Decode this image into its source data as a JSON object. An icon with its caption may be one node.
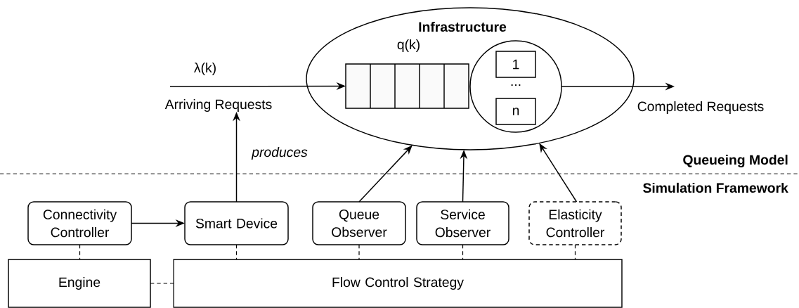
{
  "diagram": {
    "nodes": [
      {
        "text": [
          "Infrastructure"
        ]
      },
      {
        "text": [
          "q(k)"
        ],
        "in": 0
      },
      {
        "text": [
          "..."
        ],
        "in": 0
      },
      {
        "text": [
          "1"
        ],
        "in": 2
      },
      {
        "text": [
          "n"
        ],
        "in": 2
      },
      {
        "text": [
          "Arriving Requests"
        ]
      },
      {
        "text": [
          "Completed Requests"
        ]
      },
      {
        "text": [
          "Connectivity Controller"
        ]
      },
      {
        "text": [
          "Smart Device"
        ]
      },
      {
        "text": [
          "Queue Observer"
        ]
      },
      {
        "text": [
          "Service Observer"
        ]
      },
      {
        "text": [
          "Elasticity Controller"
        ]
      },
      {
        "text": [
          "Engine"
        ]
      },
      {
        "text": [
          "Flow Control Strategy"
        ]
      }
    ],
    "edges": [
      {
        "from": 5,
        "to": 1,
        "arrow": "to",
        "label": "λ(k)"
      },
      {
        "from": 2,
        "to": 6,
        "arrow": "to"
      },
      {
        "from": 8,
        "to": 5,
        "arrow": "to",
        "label": "produces"
      },
      {
        "from": 9,
        "to": 0,
        "arrow": "to"
      },
      {
        "from": 10,
        "to": 0,
        "arrow": "to"
      },
      {
        "from": 11,
        "to": 0,
        "arrow": "to"
      },
      {
        "from": 7,
        "to": 8,
        "arrow": "to"
      },
      {
        "from": 7,
        "to": 12,
        "arrow": "none",
        "style": "dashed"
      },
      {
        "from": 8,
        "to": 13,
        "arrow": "none",
        "style": "dashed"
      },
      {
        "from": 9,
        "to": 13,
        "arrow": "none",
        "style": "dashed"
      },
      {
        "from": 10,
        "to": 13,
        "arrow": "none",
        "style": "dashed"
      },
      {
        "from": 11,
        "to": 13,
        "arrow": "none",
        "style": "dashed"
      },
      {
        "from": 12,
        "to": 13,
        "arrow": "none",
        "style": "dashed"
      }
    ],
    "labels": [
      "Queueing Model",
      "Simulation Framework"
    ]
  }
}
